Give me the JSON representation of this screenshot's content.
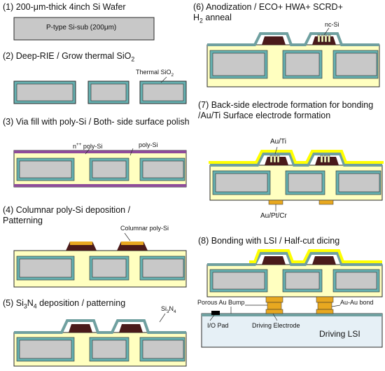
{
  "colors": {
    "si": "#c8c8c8",
    "oxide": "#66b0b0",
    "poly": "#ffffc0",
    "polyDark": "#4a1a1a",
    "doped": "#8e4c9a",
    "nitride": "#6fa0a0",
    "gold": "#e8a820",
    "yellowLayer": "#ffff00",
    "lsi": "#e6f0f6",
    "pad": "#000000",
    "outline": "#2a2a2a"
  },
  "steps": {
    "s1": {
      "num": "(1)",
      "text": "200-μm-thick 4inch Si Wafer"
    },
    "s2": {
      "num": "(2)",
      "text": "Deep-RIE / Grow thermal SiO",
      "sub": "2"
    },
    "s3": {
      "num": "(3)",
      "text": "Via fill with poly-Si / Both- side surface polish"
    },
    "s4": {
      "num": "(4)",
      "text": "Columnar poly-Si deposition / Patterning"
    },
    "s5": {
      "num": "(5)",
      "pre": "Si",
      "sub1": "3",
      "mid": "N",
      "sub2": "4",
      "post": " deposition / patterning"
    },
    "s6": {
      "num": "(6)",
      "text": "Anodization / ECO+ HWA+ SCRD+",
      "line2pre": "H",
      "line2sub": "2",
      "line2post": " anneal"
    },
    "s7": {
      "num": "(7)",
      "text": "Back-side electrode formation for bonding /Au/Ti Surface electrode formation"
    },
    "s8": {
      "num": "(8)",
      "text": "Bonding with LSI / Half-cut dicing"
    }
  },
  "labels": {
    "wafer": "P-type Si-sub (200μm)",
    "thermal_pre": "Thermal SiO",
    "thermal_sub": "2",
    "npp_pre": "n",
    "npp_sup": "++",
    "npp_post": " poly-Si",
    "polysi": "poly-Si",
    "columnar": "Columnar poly-Si",
    "sin_pre": "Si",
    "sin_sub1": "3",
    "sin_mid": "N",
    "sin_sub2": "4",
    "ncsi": "nc-Si",
    "auti": "Au/Ti",
    "auptcr": "Au/Pt/Cr",
    "porous": "Porous Au Bump",
    "auau": "Au-Au bond",
    "iopad": "I/O Pad",
    "driving_electrode": "Driving Electrode",
    "driving_lsi": "Driving LSI"
  }
}
